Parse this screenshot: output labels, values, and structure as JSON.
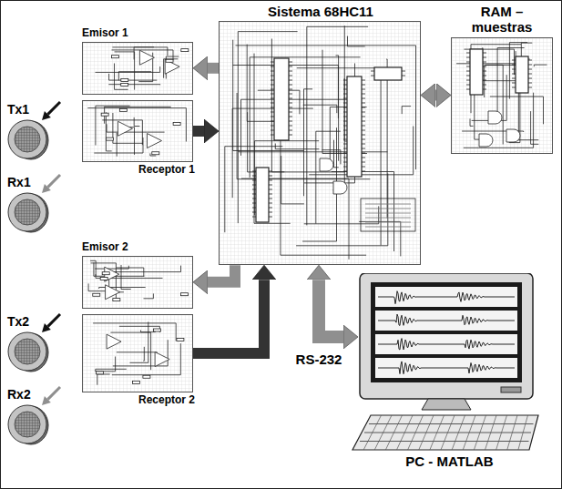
{
  "diagram": {
    "nodes": [
      {
        "text": [
          "Sistema 68HC11"
        ]
      },
      {
        "text": [
          "RAM – muestras"
        ]
      },
      {
        "text": [
          "Emisor 1"
        ]
      },
      {
        "text": [
          "Receptor 1"
        ]
      },
      {
        "text": [
          "Emisor 2"
        ]
      },
      {
        "text": [
          "Receptor 2"
        ]
      },
      {
        "text": [
          "Tx1"
        ]
      },
      {
        "text": [
          "Rx1"
        ]
      },
      {
        "text": [
          "Tx2"
        ]
      },
      {
        "text": [
          "Rx2"
        ]
      },
      {
        "text": [
          "PC - MATLAB"
        ]
      }
    ],
    "edges": [
      {
        "from": 0,
        "to": 2,
        "arrow": "to"
      },
      {
        "from": 3,
        "to": 0,
        "arrow": "to"
      },
      {
        "from": 0,
        "to": 4,
        "arrow": "to"
      },
      {
        "from": 5,
        "to": 0,
        "arrow": "to"
      },
      {
        "from": 0,
        "to": 1,
        "arrow": "both"
      },
      {
        "from": 0,
        "to": 10,
        "label": "RS-232",
        "arrow": "both"
      }
    ]
  }
}
